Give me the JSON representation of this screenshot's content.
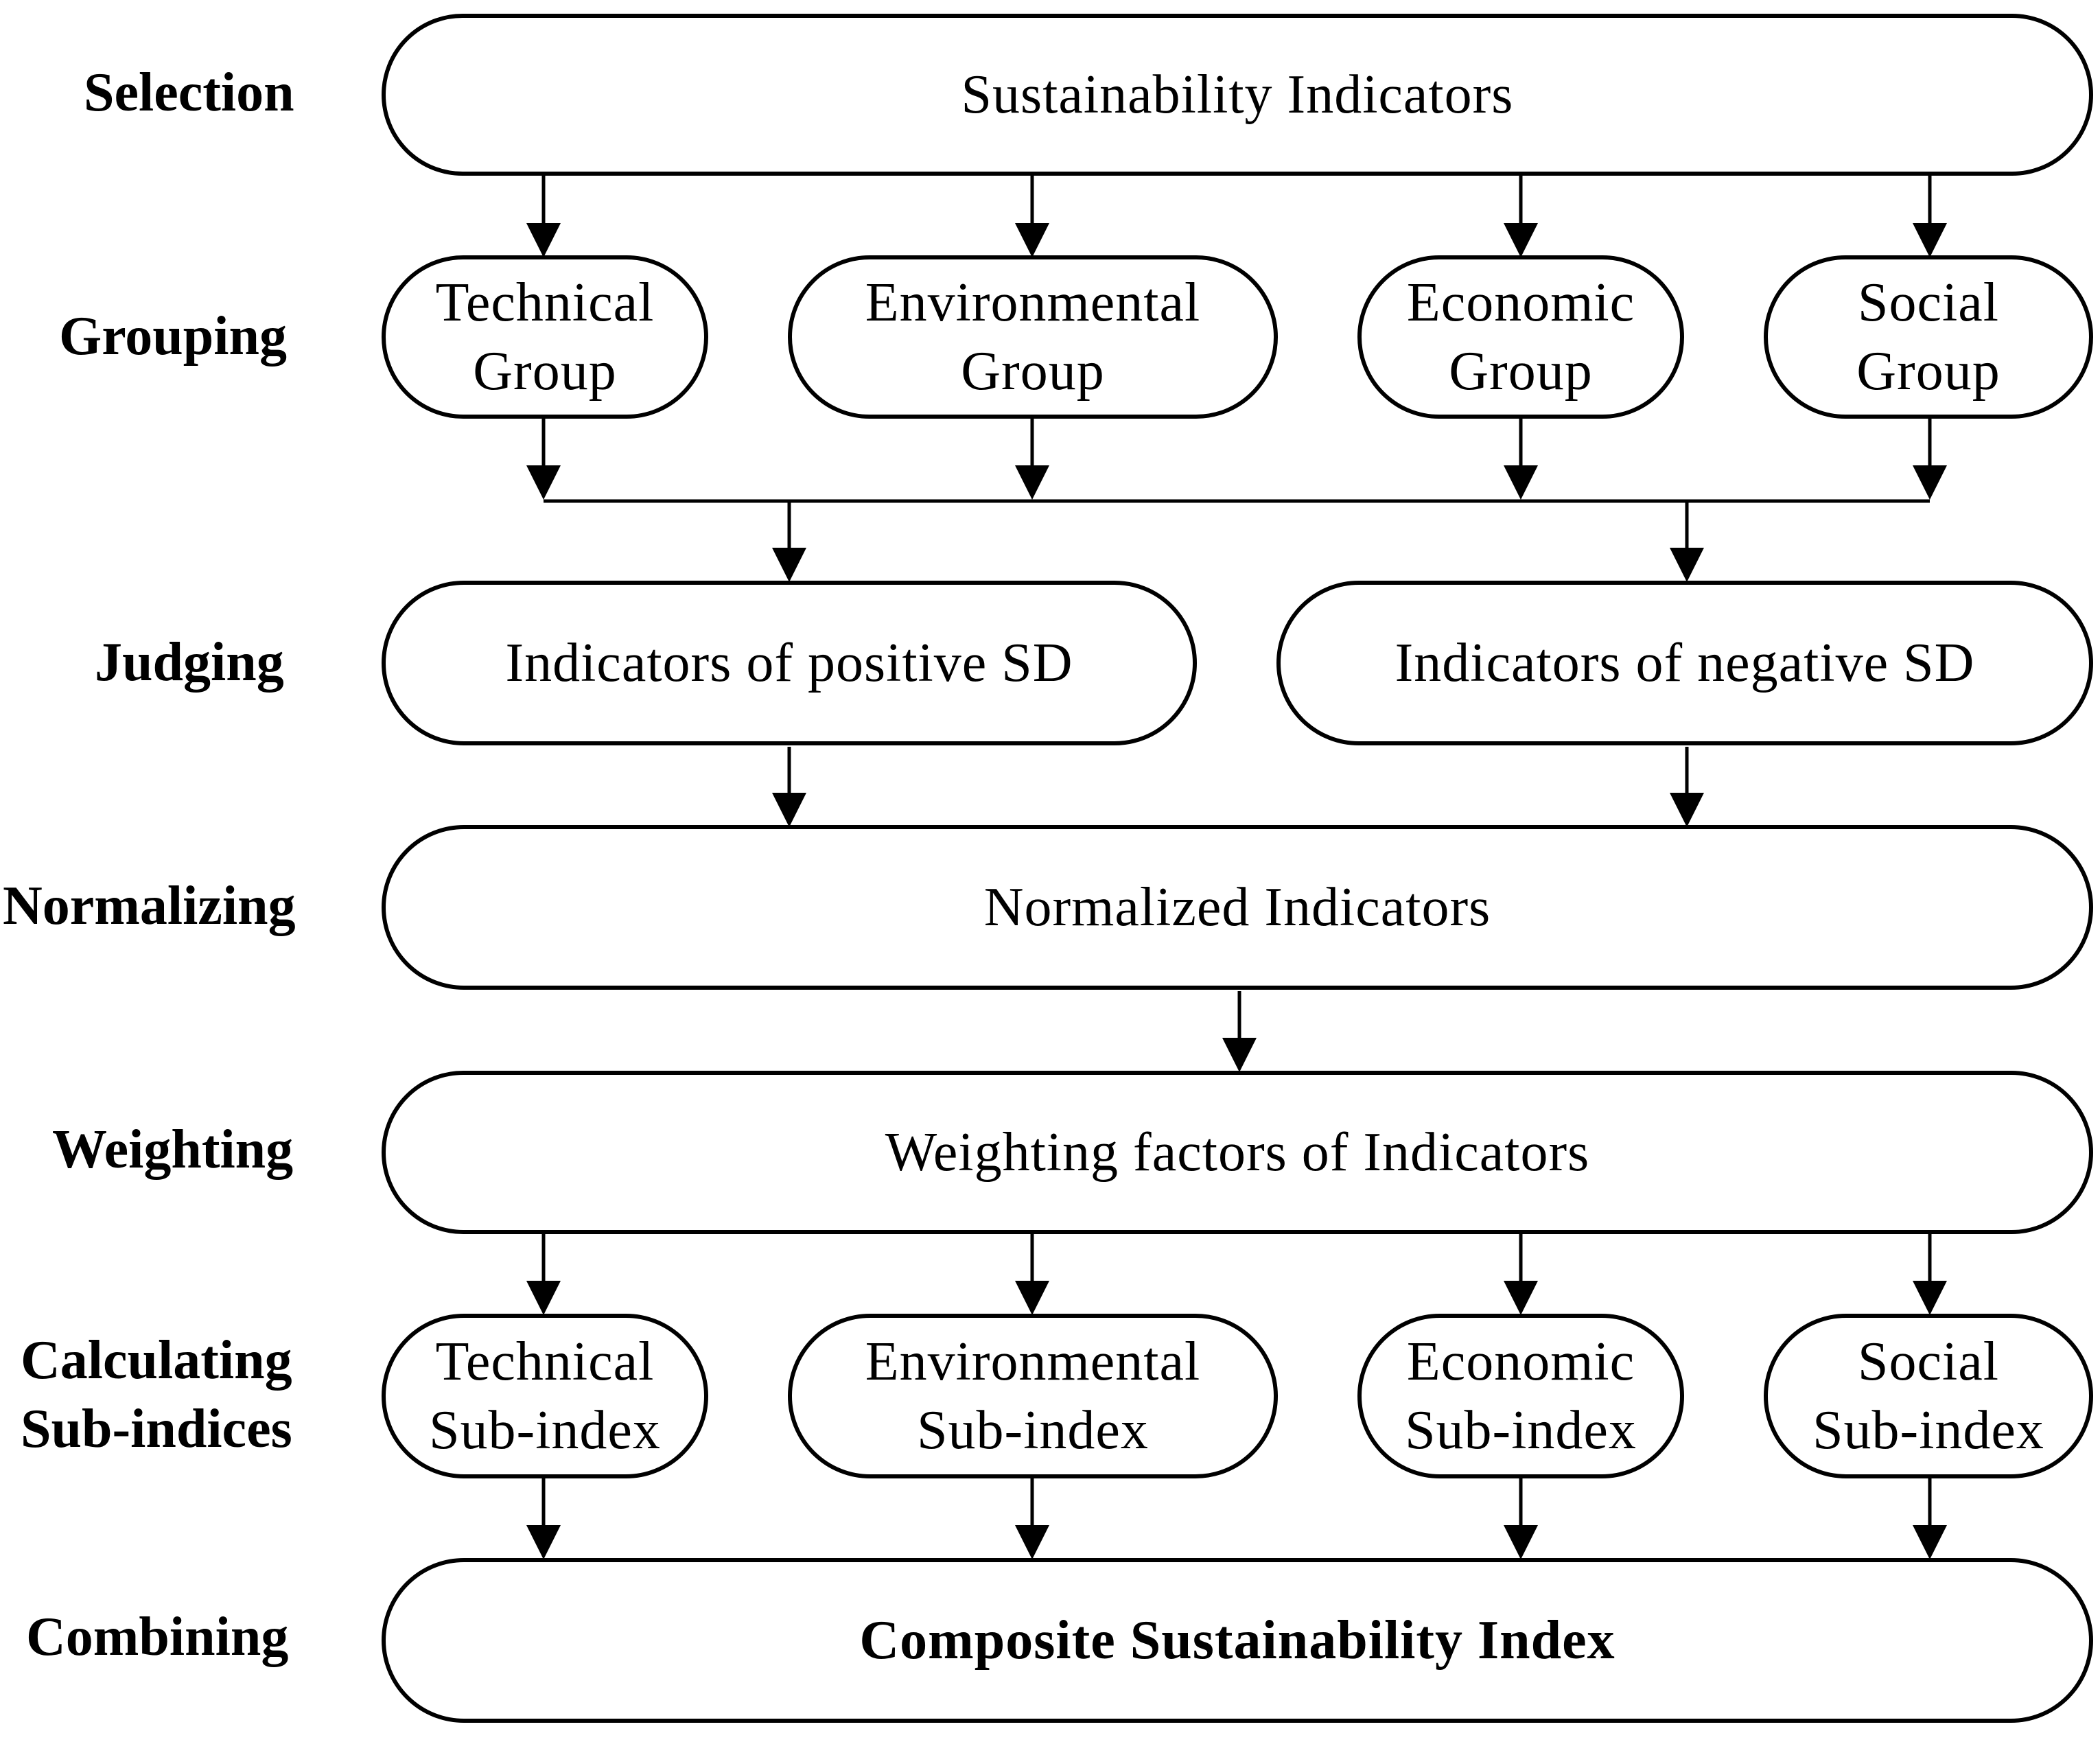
{
  "stages": {
    "selection": "Selection",
    "grouping": "Grouping",
    "judging": "Judging",
    "normalizing": "Normalizing",
    "weighting": "Weighting",
    "calculating_line1": "Calculating",
    "calculating_line2": "Sub-indices",
    "combining": "Combining"
  },
  "nodes": {
    "sustainability_indicators": "Sustainability Indicators",
    "groups": [
      {
        "line1": "Technical",
        "line2": "Group"
      },
      {
        "line1": "Environmental",
        "line2": "Group"
      },
      {
        "line1": "Economic",
        "line2": "Group"
      },
      {
        "line1": "Social",
        "line2": "Group"
      }
    ],
    "positive_sd": "Indicators of positive SD",
    "negative_sd": "Indicators of negative SD",
    "normalized": "Normalized Indicators",
    "weighting_factors": "Weighting factors of Indicators",
    "subindices": [
      {
        "line1": "Technical",
        "line2": "Sub-index"
      },
      {
        "line1": "Environmental",
        "line2": "Sub-index"
      },
      {
        "line1": "Economic",
        "line2": "Sub-index"
      },
      {
        "line1": "Social",
        "line2": "Sub-index"
      }
    ],
    "composite": "Composite Sustainability Index"
  }
}
